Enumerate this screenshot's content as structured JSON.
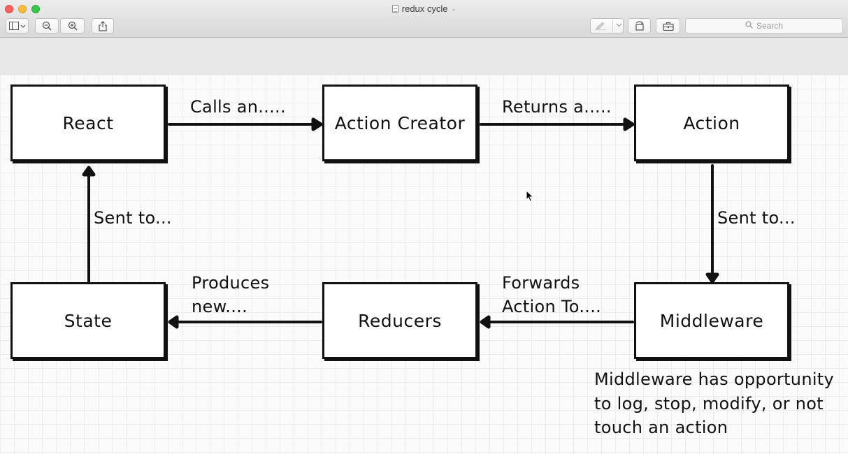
{
  "window": {
    "title": "redux cycle",
    "title_chevron": "⌄"
  },
  "toolbar": {
    "search_placeholder": "Search",
    "icons": [
      "sidebar-icon",
      "zoom-out-icon",
      "zoom-in-icon",
      "share-icon",
      "markup-pen-icon",
      "rotate-icon",
      "toolbox-icon"
    ]
  },
  "diagram": {
    "nodes": {
      "react": "React",
      "action_creator": "Action Creator",
      "action": "Action",
      "middleware": "Middleware",
      "reducers": "Reducers",
      "state": "State"
    },
    "edges": {
      "react_to_action_creator": "Calls an.....",
      "action_creator_to_action": "Returns a.....",
      "action_to_middleware": "Sent to...",
      "middleware_to_reducers": "Forwards\nAction To....",
      "reducers_to_state": "Produces\nnew....",
      "state_to_react": "Sent to..."
    },
    "note": "Middleware has opportunity\nto log, stop, modify, or not\ntouch an action"
  }
}
